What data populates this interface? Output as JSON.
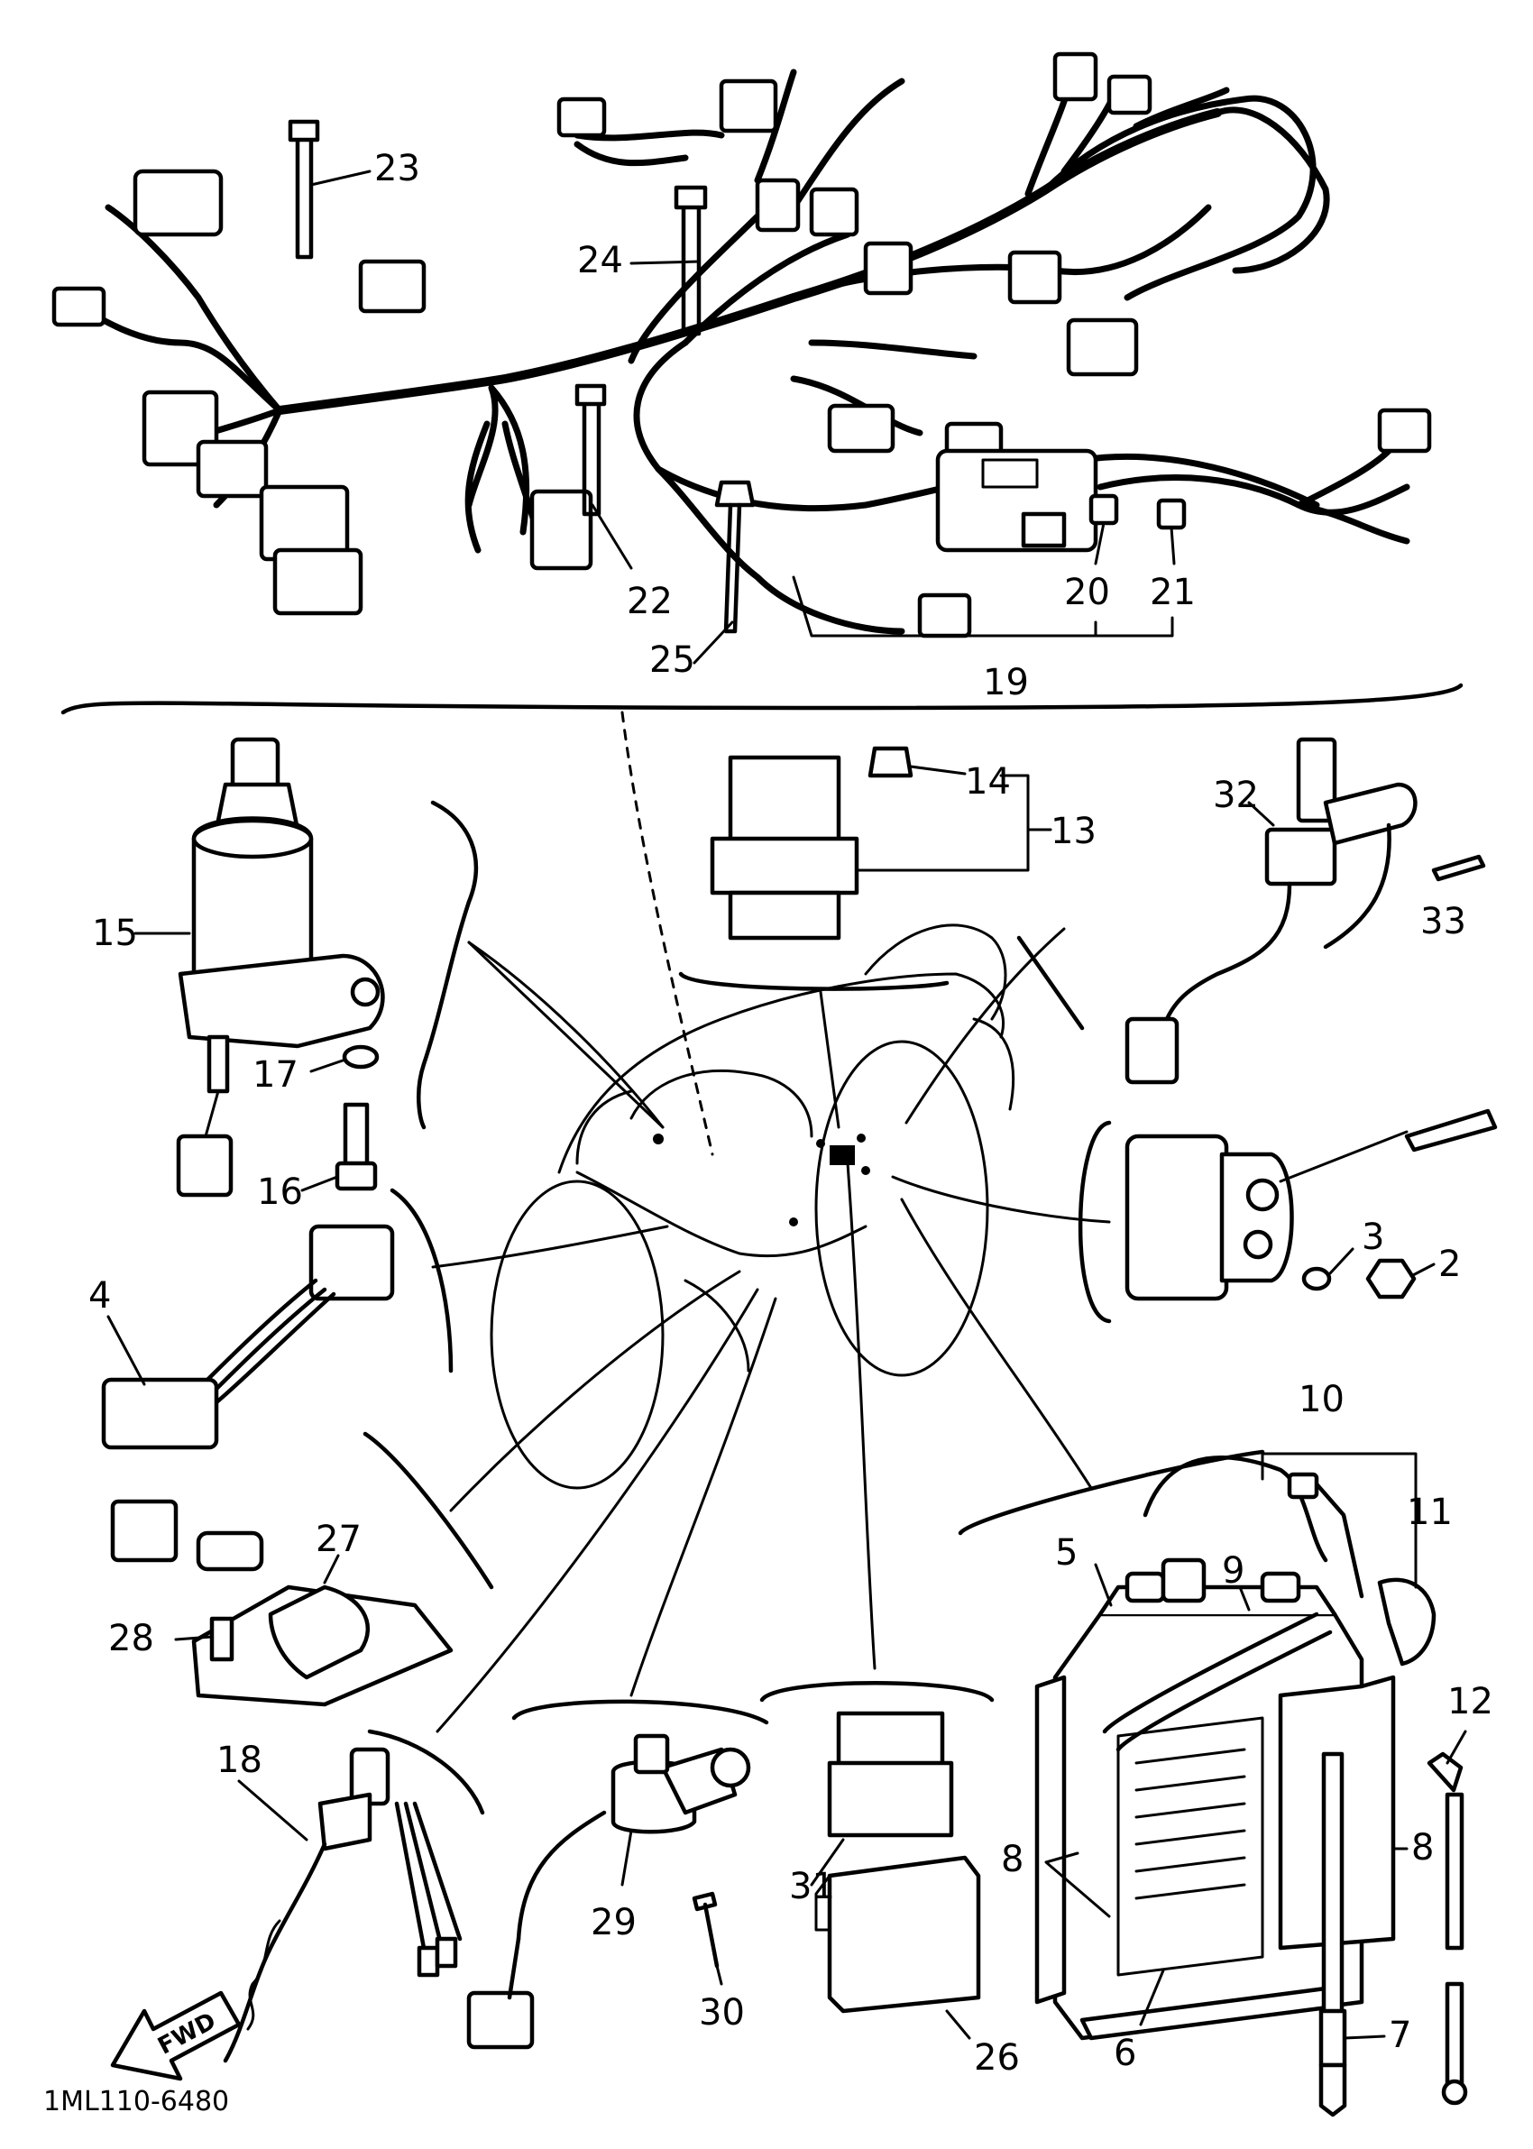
{
  "drawing_code": "1ML110-6480",
  "front_arrow_label": "FWD",
  "callouts": {
    "c2": "2",
    "c3": "3",
    "c4": "4",
    "c5": "5",
    "c6": "6",
    "c7": "7",
    "c8a": "8",
    "c8b": "8",
    "c9": "9",
    "c10": "10",
    "c11": "11",
    "c12": "12",
    "c13": "13",
    "c14": "14",
    "c15": "15",
    "c16": "16",
    "c17": "17",
    "c18": "18",
    "c19": "19",
    "c20": "20",
    "c21": "21",
    "c22": "22",
    "c23": "23",
    "c24": "24",
    "c25": "25",
    "c26": "26",
    "c27": "27",
    "c28": "28",
    "c29": "29",
    "c30": "30",
    "c31": "31",
    "c32": "32",
    "c33": "33"
  }
}
